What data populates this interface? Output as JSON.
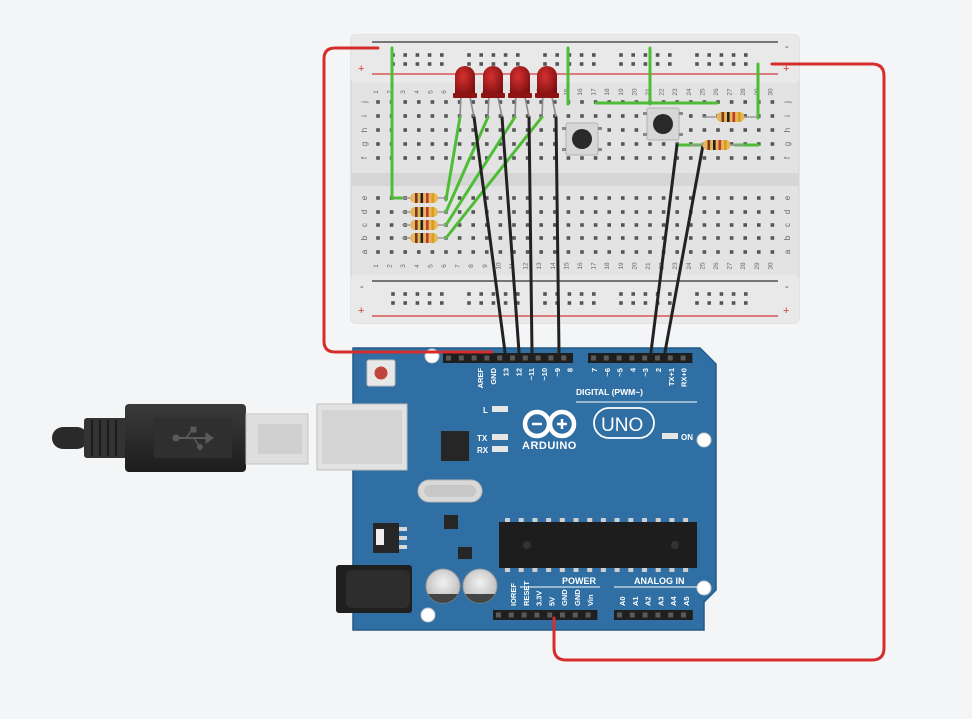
{
  "colors": {
    "background": "#f4f5f7",
    "board": "#2f6fa3",
    "board_edge": "#245a87",
    "rail_red": "#d33a3a",
    "rail_dark": "#333333",
    "wire_red": "#d62d2d",
    "wire_green": "#4ebd35",
    "wire_black": "#222222",
    "led_red": "#a11616"
  },
  "breadboard": {
    "rail_plus": "+",
    "rail_minus": "-",
    "row_labels_top": [
      "j",
      "i",
      "h",
      "g",
      "f"
    ],
    "row_labels_bottom": [
      "e",
      "d",
      "c",
      "b",
      "a"
    ],
    "columns": [
      "1",
      "2",
      "3",
      "4",
      "5",
      "6",
      "7",
      "8",
      "9",
      "10",
      "11",
      "12",
      "13",
      "14",
      "15",
      "16",
      "17",
      "18",
      "19",
      "20",
      "21",
      "22",
      "23",
      "24",
      "25",
      "26",
      "27",
      "28",
      "29",
      "30"
    ]
  },
  "arduino": {
    "logo_text": "ARDUINO",
    "model": "UNO",
    "digital_label": "DIGITAL (PWM~)",
    "power_label": "POWER",
    "analog_label": "ANALOG IN",
    "on_label": "ON",
    "led_l": "L",
    "led_tx": "TX",
    "led_rx": "RX",
    "digital_pins_left": [
      "AREF",
      "GND",
      "13",
      "12",
      "~11",
      "~10",
      "~9",
      "8"
    ],
    "digital_pins_right": [
      "7",
      "~6",
      "~5",
      "4",
      "~3",
      "2",
      "TX+1",
      "RX+0"
    ],
    "power_pins": [
      "IOREF",
      "RESET",
      "3.3V",
      "5V",
      "GND",
      "GND",
      "Vin"
    ],
    "analog_pins": [
      "A0",
      "A1",
      "A2",
      "A3",
      "A4",
      "A5"
    ]
  },
  "components": {
    "leds": 4,
    "pushbuttons": 2,
    "resistors": 6
  }
}
